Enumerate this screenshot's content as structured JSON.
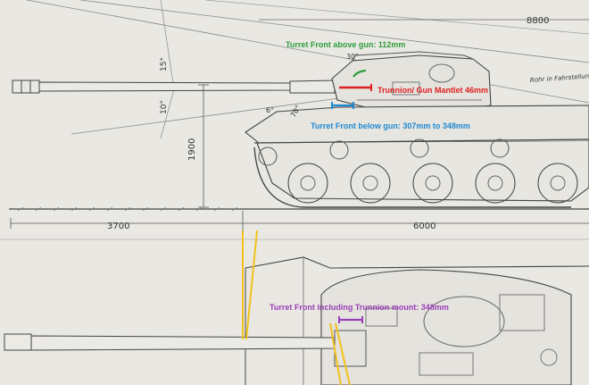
{
  "drawing": {
    "dimensions": {
      "top_right": "8800",
      "height": "1900",
      "left_length": "3700",
      "right_length": "6000",
      "angle_elevation": "15°",
      "angle_depression": "10°",
      "angle_front_left": "6°",
      "angle_roof": "30°",
      "angle_front_plate": "70°"
    },
    "handwritten_note": "Rohr in Fahrstellung"
  },
  "annotations": {
    "turret_front_above_gun": "Turret Front above gun: 112mm",
    "trunnion_gun_mantlet": "Trunnion/ Gun Mantlet 46mm",
    "turret_front_below_gun": "Turret Front below gun:  307mm  to 348mm",
    "turret_front_trunnion_mount": "Turret Front including Trunnion mount:  348mm"
  },
  "colors": {
    "paper": "#e9e8e3",
    "line": "#5a5a5a",
    "green": "#2e9e3c",
    "red": "#e02020",
    "blue": "#1e88d0",
    "purple": "#9a3db8",
    "yellow": "#f2c21a"
  }
}
